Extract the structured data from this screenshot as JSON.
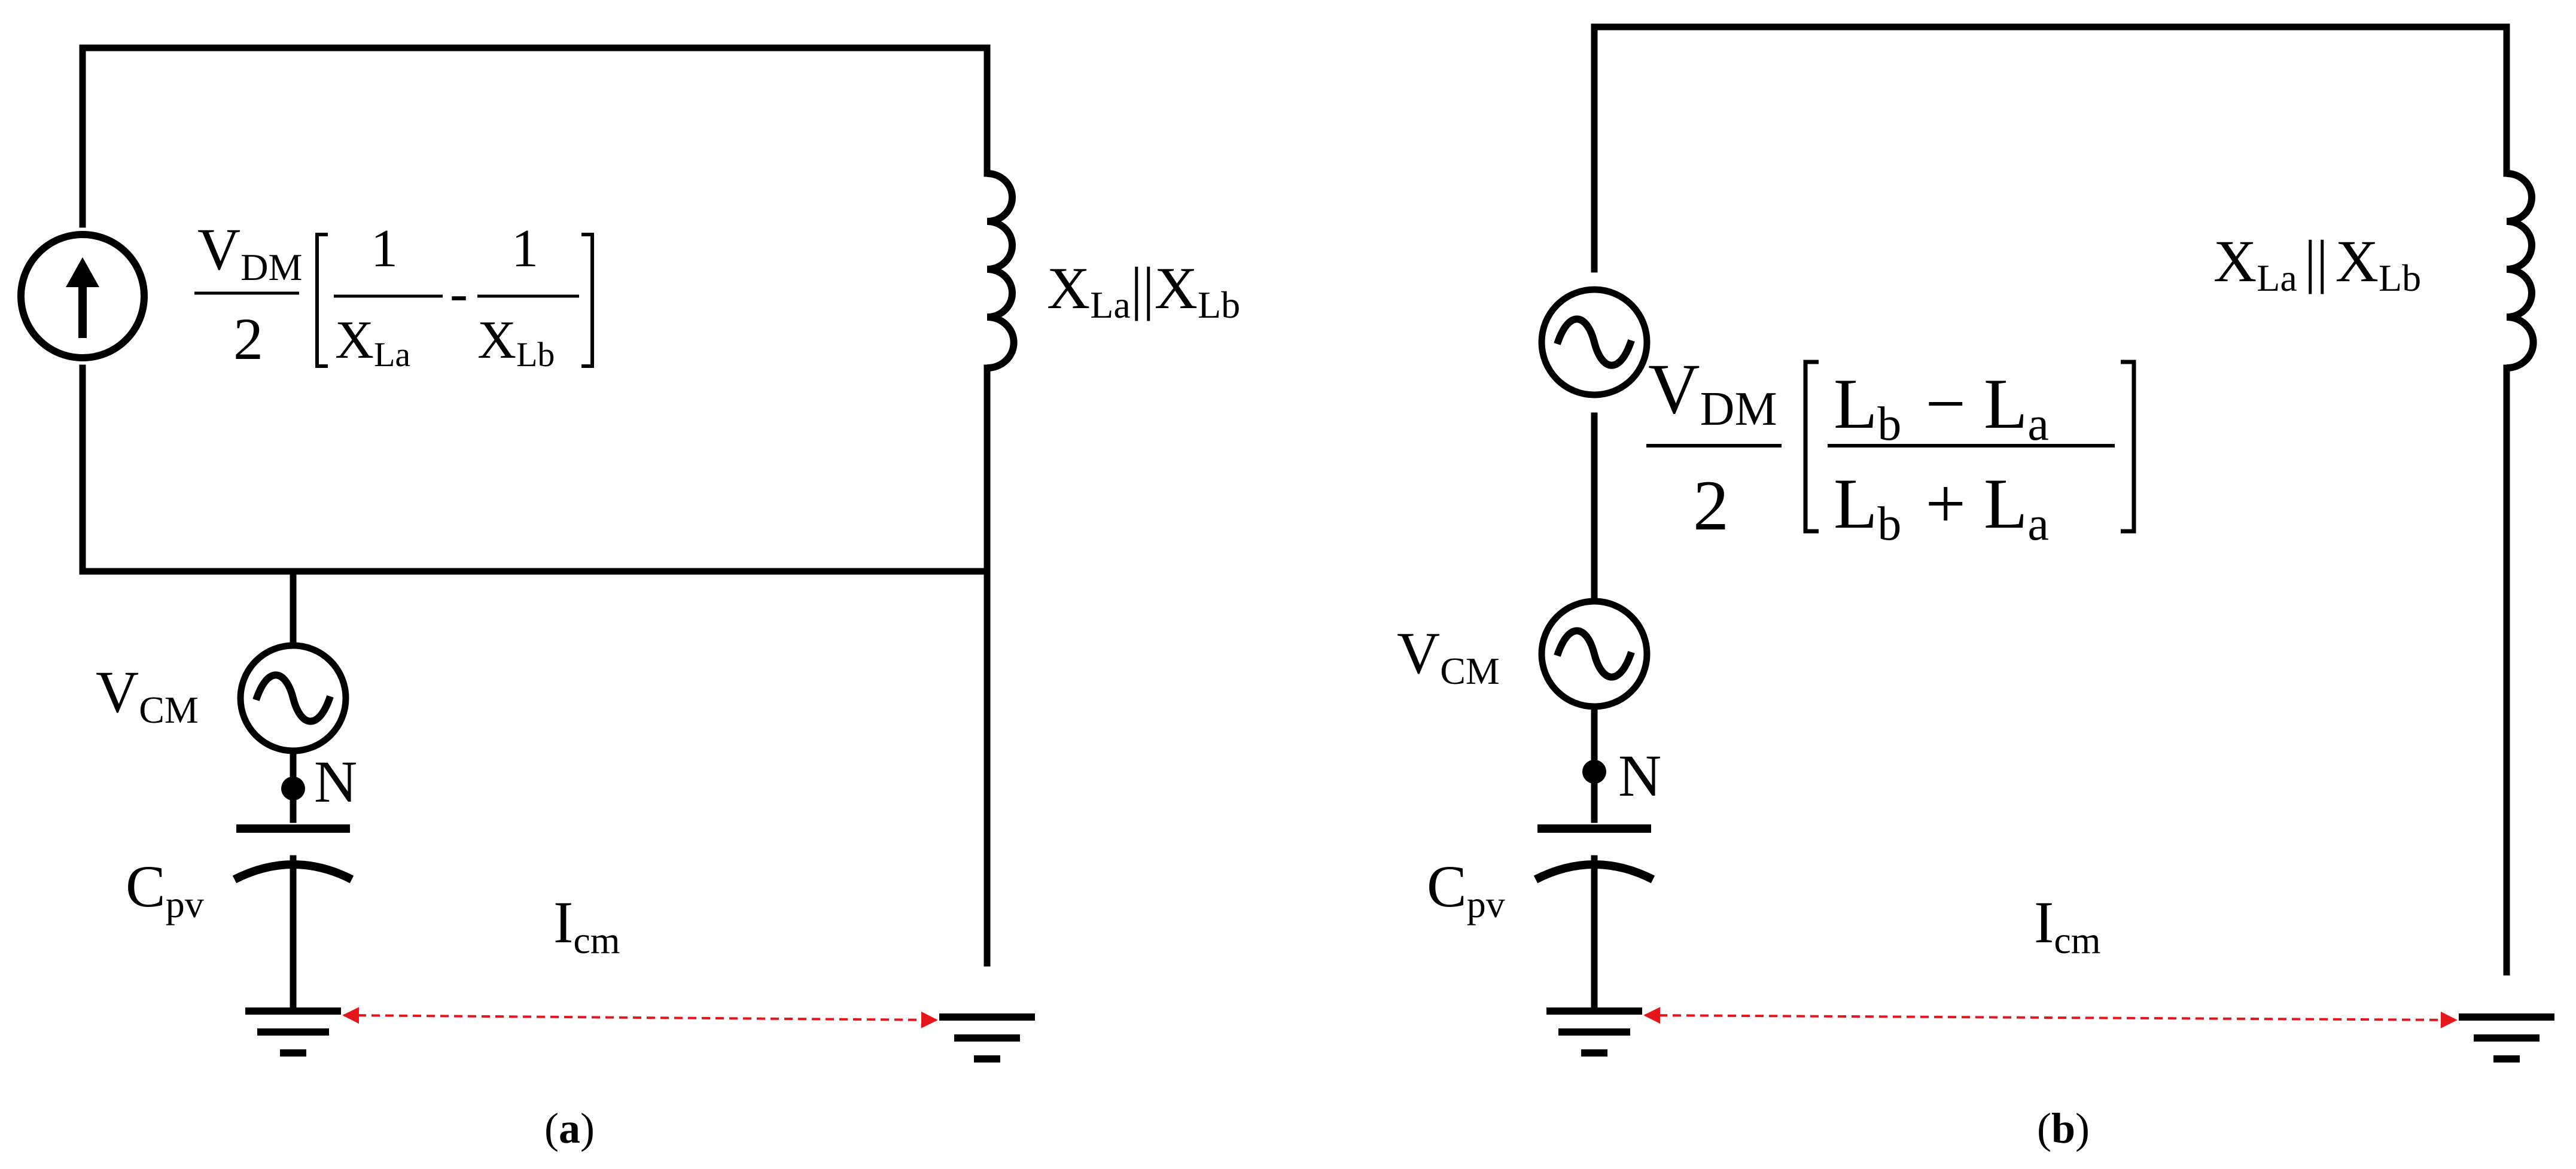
{
  "panel_a": {
    "caption_open": "(",
    "caption_letter": "a",
    "caption_close": ")",
    "current_source": {
      "V": "V",
      "V_sub": "DM",
      "denominator": "2",
      "one_1": "1",
      "X1": "X",
      "X1_sub": "La",
      "minus": "-",
      "one_2": "1",
      "X2": "X",
      "X2_sub": "Lb"
    },
    "inductor": {
      "X1": "X",
      "X1_sub": "La",
      "parallel": "||",
      "X2": "X",
      "X2_sub": "Lb"
    },
    "vcm": {
      "V": "V",
      "V_sub": "CM"
    },
    "node": "N",
    "cap": {
      "C": "C",
      "C_sub": "pv"
    },
    "current": {
      "I": "I",
      "I_sub": "cm"
    }
  },
  "panel_b": {
    "caption_open": "(",
    "caption_letter": "b",
    "caption_close": ")",
    "dm_source": {
      "V": "V",
      "V_sub": "DM",
      "denominator": "2",
      "Lb_top": "L",
      "Lb_top_sub": "b",
      "minus": "−",
      "La_top": "L",
      "La_top_sub": "a",
      "Lb_bot": "L",
      "Lb_bot_sub": "b",
      "plus": "+",
      "La_bot": "L",
      "La_bot_sub": "a"
    },
    "inductor": {
      "X1": "X",
      "X1_sub": "La",
      "parallel": "||",
      "X2": "X",
      "X2_sub": "Lb"
    },
    "vcm": {
      "V": "V",
      "V_sub": "CM"
    },
    "node": "N",
    "cap": {
      "C": "C",
      "C_sub": "pv"
    },
    "current": {
      "I": "I",
      "I_sub": "cm"
    }
  },
  "colors": {
    "wire": "#000000",
    "current_arrow": "#e8141c"
  },
  "icons": [
    "dc-current-source-icon",
    "ac-source-icon",
    "inductor-icon",
    "capacitor-icon",
    "ground-icon"
  ]
}
